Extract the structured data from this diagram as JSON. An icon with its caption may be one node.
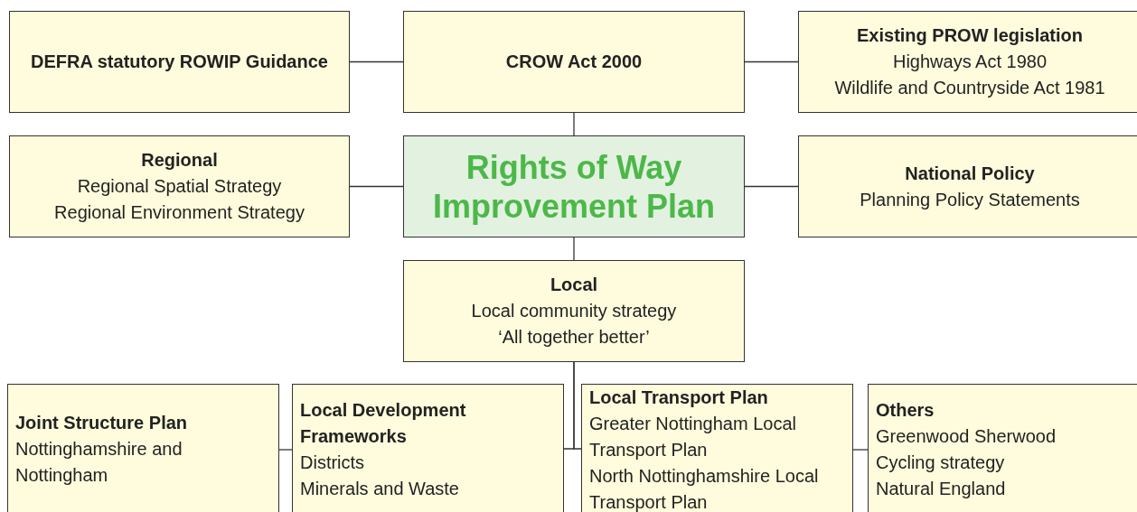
{
  "diagram": {
    "nodes": [
      {
        "text": [
          "DEFRA statutory ROWIP Guidance"
        ]
      },
      {
        "text": [
          "CROW Act 2000"
        ]
      },
      {
        "text": [
          "Existing PROW legislation",
          "Highways Act 1980",
          "Wildlife and Countryside Act 1981"
        ]
      },
      {
        "text": [
          "Regional",
          "Regional Spatial Strategy",
          "Regional Environment Strategy"
        ]
      },
      {
        "text": [
          "Rights of Way Improvement Plan"
        ]
      },
      {
        "text": [
          "National Policy",
          "Planning Policy Statements"
        ]
      },
      {
        "text": [
          "Local",
          "Local community strategy",
          "‘All together better’"
        ]
      },
      {
        "text": [
          "Joint Structure Plan",
          "Nottinghamshire and Nottingham"
        ]
      },
      {
        "text": [
          "Local Development Frameworks",
          "Districts",
          "Minerals and Waste"
        ]
      },
      {
        "text": [
          "Local Transport Plan",
          "Greater Nottingham Local Transport Plan",
          "North Nottinghamshire Local Transport Plan"
        ]
      },
      {
        "text": [
          "Others",
          "Greenwood Sherwood",
          "Cycling strategy",
          "Natural England"
        ]
      }
    ],
    "edges": [
      {
        "from": 0,
        "to": 1,
        "arrow": "none"
      },
      {
        "from": 1,
        "to": 2,
        "arrow": "none"
      },
      {
        "from": 1,
        "to": 4,
        "arrow": "none"
      },
      {
        "from": 3,
        "to": 4,
        "arrow": "none"
      },
      {
        "from": 4,
        "to": 5,
        "arrow": "none"
      },
      {
        "from": 4,
        "to": 6,
        "arrow": "none"
      },
      {
        "from": 6,
        "to": 8,
        "arrow": "none"
      },
      {
        "from": 6,
        "to": 9,
        "arrow": "none"
      },
      {
        "from": 7,
        "to": 8,
        "arrow": "none"
      },
      {
        "from": 9,
        "to": 10,
        "arrow": "none"
      }
    ]
  }
}
